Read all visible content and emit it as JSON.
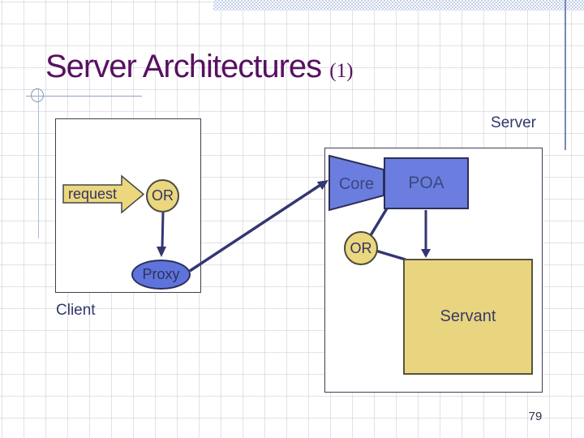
{
  "slide": {
    "title": "Server Architectures",
    "title_suffix": "(1)",
    "page_number": "79"
  },
  "diagram": {
    "client": {
      "label": "Client",
      "request_label": "request",
      "or_label": "OR",
      "proxy_label": "Proxy"
    },
    "server": {
      "label": "Server",
      "core_label": "Core",
      "poa_label": "POA",
      "or_label": "OR",
      "servant_label": "Servant"
    }
  },
  "colors": {
    "title_purple": "#581061",
    "label_navy": "#333366",
    "shape_blue": "#6b7edf",
    "shape_yellow": "#ebd77d",
    "connector_navy": "#343672",
    "band_blue": "#c3d1e8",
    "grid_gray": "#d9d9e2"
  }
}
